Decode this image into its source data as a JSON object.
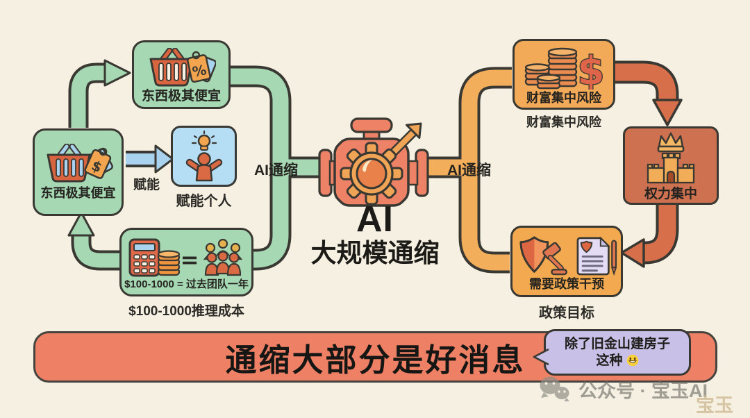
{
  "diagram": {
    "left_loop": {
      "cheap_top_box": {
        "label": "东西极其便宜"
      },
      "cheap_left_box": {
        "label": "东西极其便宜"
      },
      "empower_arrow": {
        "label": "赋能"
      },
      "empower_person_box": {
        "caption": "赋能个人"
      },
      "inference_cost_box": {
        "label": "$100-1000 = 过去团队一年",
        "caption": "$100-1000推理成本"
      }
    },
    "engine": {
      "left_pipe_label": "AI通缩",
      "right_pipe_label": "AI通缩",
      "title_line1": "AI",
      "title_line2": "大规模通缩"
    },
    "right_branch": {
      "wealth_box": {
        "label": "财富集中风险",
        "caption": "财富集中风险"
      },
      "power_box": {
        "label": "权力集中"
      },
      "policy_box": {
        "label": "需要政策干预",
        "caption": "政策目标"
      }
    },
    "banner": {
      "text": "通缩大部分是好消息"
    },
    "speech_bubble": {
      "line1": "除了旧金山建房子",
      "line2": "这种",
      "emoji": "grinning-face"
    },
    "watermark": {
      "label": "公众号 · 宝玉AI",
      "signature": "宝玉"
    },
    "icon_glyphs": {
      "percent": "%",
      "dollar": "$",
      "equals": "="
    }
  },
  "colors": {
    "background": "#f5f0e1",
    "green": "#a6d9b3",
    "blue_box": "#b5ddf3",
    "blue_arrow": "#a9d2ee",
    "machine_salmon": "#ed8266",
    "gear_orange": "#f0a455",
    "orange_pipe": "#f3ae5c",
    "amber_box": "#f2a958",
    "terracotta_box": "#cd7150",
    "terracotta_arrow": "#d7704a",
    "policy_orange": "#f3a94f",
    "banner_salmon": "#ee8065",
    "bubble_lavender": "#c9c0e7",
    "outline": "#3a3833"
  }
}
